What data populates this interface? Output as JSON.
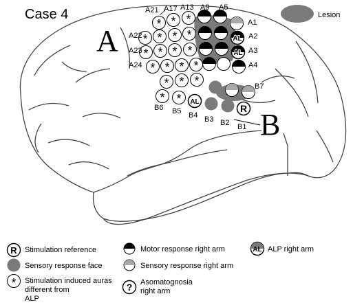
{
  "title": "Case 4",
  "lesion_label": "Lesion",
  "grid_labels": {
    "A": "A",
    "B": "B"
  },
  "electrode_labels": {
    "A1": "A1",
    "A2": "A2",
    "A3": "A3",
    "A4": "A4",
    "A5": "A5",
    "A9": "A9",
    "A13": "A13",
    "A17": "A17",
    "A21": "A21",
    "A22": "A22",
    "A23": "A23",
    "A24": "A24",
    "B1": "B1",
    "B2": "B2",
    "B3": "B3",
    "B4": "B4",
    "B5": "B5",
    "B6": "B6",
    "B7": "B7"
  },
  "symbols": {
    "stimulation_reference": "R",
    "alp": "AL",
    "asomatognosia": "?",
    "aura": "*"
  },
  "legend": [
    {
      "key": "stim-ref",
      "label": "Stimulation reference"
    },
    {
      "key": "motor",
      "label": "Motor response right arm"
    },
    {
      "key": "alp",
      "label": "ALP right arm"
    },
    {
      "key": "sensory-face",
      "label": "Sensory response face"
    },
    {
      "key": "sensory-arm",
      "label": "Sensory response right arm"
    },
    {
      "key": "auras",
      "label": "Stimulation induced auras different from ALP"
    },
    {
      "key": "asomatognosia",
      "label": "Asomatognosia right arm"
    }
  ],
  "colors": {
    "lesion": "#7a7a7a",
    "sensory_face": "#7a7a7a",
    "sensory_arm": "#a8a8a8",
    "motor": "#000000",
    "outline": "#000000",
    "background": "#ffffff"
  }
}
